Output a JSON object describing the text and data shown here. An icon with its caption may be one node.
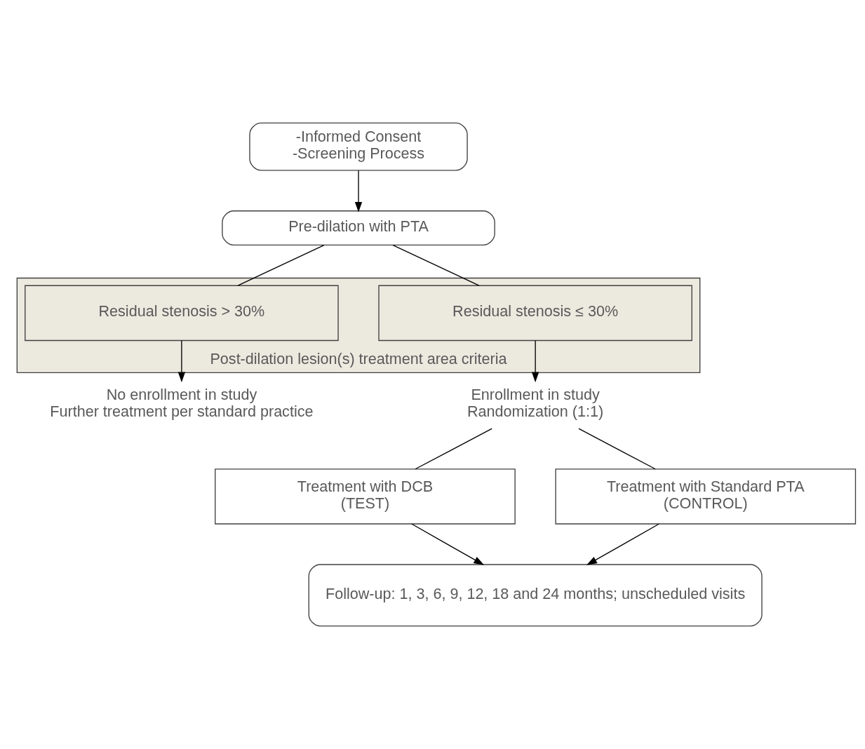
{
  "diagram": {
    "nodes": [
      {
        "text": [
          "-Informed Consent",
          "-Screening Process"
        ]
      },
      {
        "text": [
          "Pre-dilation with PTA"
        ]
      },
      {
        "text": [
          "Post-dilation lesion(s) treatment area criteria"
        ]
      },
      {
        "text": [
          "Residual stenosis > 30%"
        ],
        "in": 2
      },
      {
        "text": [
          "Residual stenosis ≤ 30%"
        ],
        "in": 2
      },
      {
        "text": [
          "No enrollment in study",
          "Further treatment per standard practice"
        ]
      },
      {
        "text": [
          "Enrollment in study",
          "Randomization (1:1)"
        ]
      },
      {
        "text": [
          "Treatment with DCB",
          "(TEST)"
        ]
      },
      {
        "text": [
          "Treatment with Standard PTA",
          "(CONTROL)"
        ]
      },
      {
        "text": [
          "Follow-up: 1, 3, 6, 9, 12, 18 and 24 months; unscheduled visits"
        ]
      }
    ],
    "edges": [
      {
        "from": 0,
        "to": 1,
        "arrow": "to"
      },
      {
        "from": 1,
        "to": 3,
        "arrow": "none"
      },
      {
        "from": 1,
        "to": 4,
        "arrow": "none"
      },
      {
        "from": 3,
        "to": 5,
        "arrow": "to"
      },
      {
        "from": 4,
        "to": 6,
        "arrow": "to"
      },
      {
        "from": 6,
        "to": 7,
        "arrow": "none"
      },
      {
        "from": 6,
        "to": 8,
        "arrow": "none"
      },
      {
        "from": 7,
        "to": 9,
        "arrow": "to"
      },
      {
        "from": 8,
        "to": 9,
        "arrow": "to"
      }
    ]
  }
}
